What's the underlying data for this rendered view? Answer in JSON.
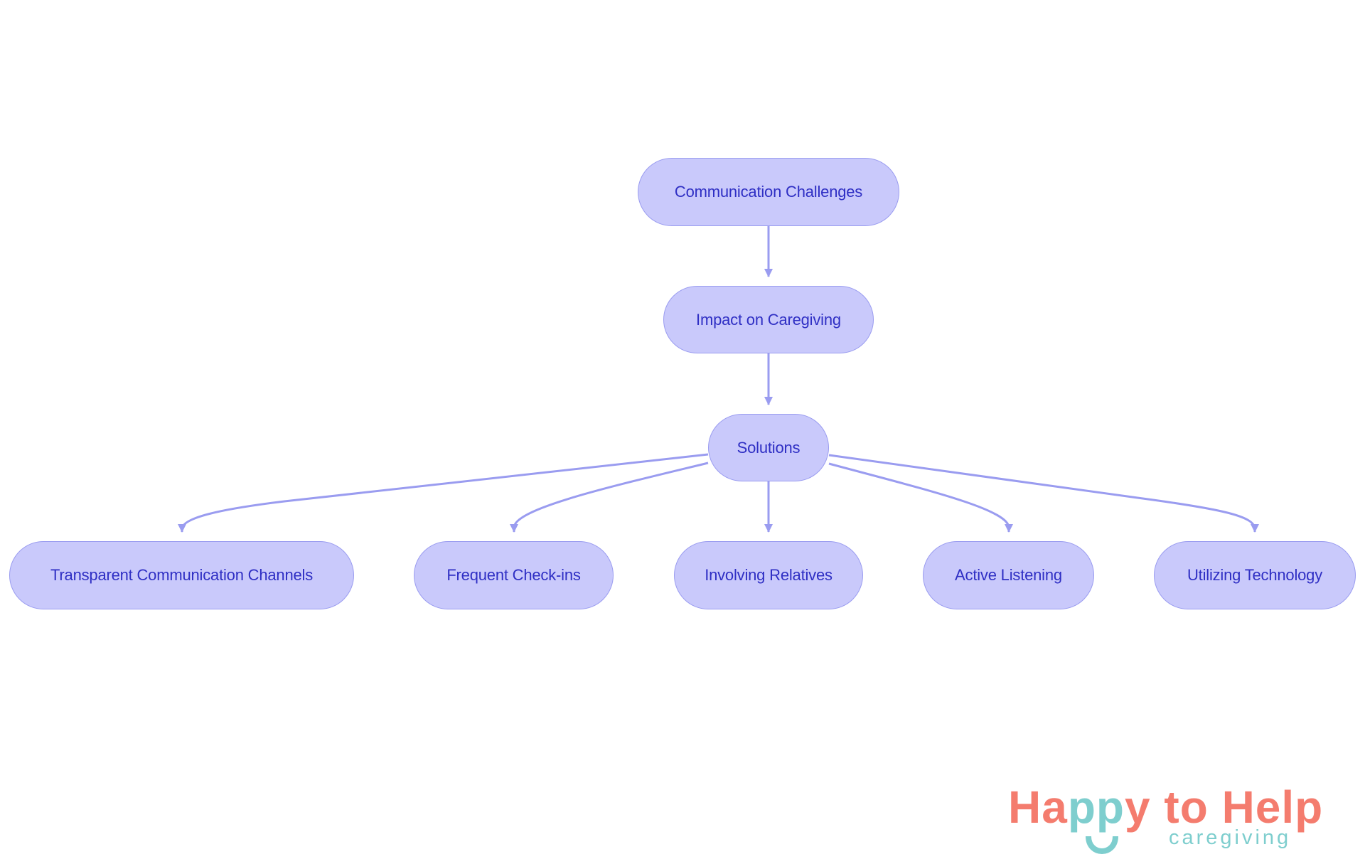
{
  "diagram": {
    "type": "flowchart",
    "direction": "top-to-bottom",
    "nodes": [
      {
        "id": "n1",
        "label": "Communication Challenges"
      },
      {
        "id": "n2",
        "label": "Impact on Caregiving"
      },
      {
        "id": "n3",
        "label": "Solutions"
      },
      {
        "id": "n4",
        "label": "Transparent Communication Channels"
      },
      {
        "id": "n5",
        "label": "Frequent Check-ins"
      },
      {
        "id": "n6",
        "label": "Involving Relatives"
      },
      {
        "id": "n7",
        "label": "Active Listening"
      },
      {
        "id": "n8",
        "label": "Utilizing Technology"
      }
    ],
    "edges": [
      {
        "from": "n1",
        "to": "n2"
      },
      {
        "from": "n2",
        "to": "n3"
      },
      {
        "from": "n3",
        "to": "n4"
      },
      {
        "from": "n3",
        "to": "n5"
      },
      {
        "from": "n3",
        "to": "n6"
      },
      {
        "from": "n3",
        "to": "n7"
      },
      {
        "from": "n3",
        "to": "n8"
      }
    ],
    "colors": {
      "node_fill": "#c9c9fb",
      "node_stroke": "#9a9cf0",
      "node_text": "#2f2fc4",
      "edge": "#9a9cf0"
    }
  },
  "logo": {
    "part1": "Ha",
    "part2": "pp",
    "part3": "y to Help",
    "subtitle": "caregiving",
    "colors": {
      "primary": "#f47c6e",
      "accent": "#7ecece"
    }
  }
}
